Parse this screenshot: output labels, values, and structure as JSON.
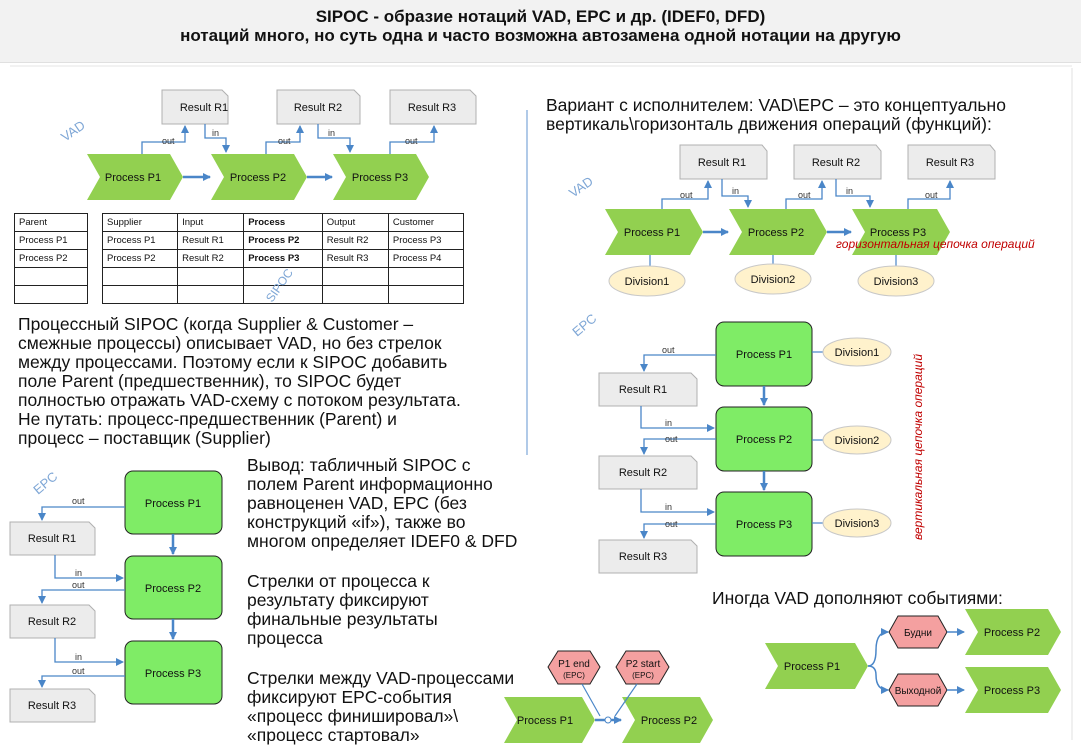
{
  "header": {
    "line1": "SIPOC - образие нотаций VAD, EPC и др. (IDEF0, DFD)",
    "line2": "нотаций много, но суть одна и часто возможна автозамена одной нотации на другую"
  },
  "labels": {
    "vad": "VAD",
    "epc": "EPC",
    "sipoc": "SIPOC",
    "out": "out",
    "in": "in",
    "horizontal_chain": "горизонтальная цепочка операций",
    "vertical_chain": "вертикальная цепочка операций"
  },
  "processes": {
    "p1": "Process P1",
    "p2": "Process P2",
    "p3": "Process P3"
  },
  "results": {
    "r1": "Result R1",
    "r2": "Result R2",
    "r3": "Result R3"
  },
  "divisions": {
    "d1": "Division1",
    "d2": "Division2",
    "d3": "Division3"
  },
  "events": {
    "p1_end": "P1 end",
    "p2_start": "P2 start",
    "epc": "(EPC)",
    "weekday": "Будни",
    "weekend": "Выходной"
  },
  "parent_table": {
    "header": "Parent",
    "rows": [
      [
        "Process P1"
      ],
      [
        "Process P2"
      ],
      [
        ""
      ],
      [
        ""
      ]
    ]
  },
  "sipoc_table": {
    "headers": [
      "Supplier",
      "Input",
      "Process",
      "Output",
      "Customer"
    ],
    "rows": [
      [
        "Process P1",
        "Result R1",
        "Process P2",
        "Result R2",
        "Process P3"
      ],
      [
        "Process P2",
        "Result R2",
        "Process P3",
        "Result R3",
        "Process P4"
      ],
      [
        "",
        "",
        "",
        "",
        ""
      ],
      [
        "",
        "",
        "",
        "",
        ""
      ]
    ]
  },
  "texts": {
    "sipoc_note": "Процессный SIPOC (когда Supplier & Customer –\nсмежные процессы) описывает VAD, но без стрелок\nмежду процессами. Поэтому если к SIPOC добавить\nполе Parent (предшественник), то SIPOC будет\nполностью отражать VAD-схему с потоком результата.\nНе путать: процесс-предшественник (Parent) и\nпроцесс – поставщик (Supplier)",
    "conclusion": "Вывод: табличный SIPOC с\nполем Parent информационно\nравноценен VAD, EPC (без\nконструкций «if»), также во\nмногом определяет IDEF0 & DFD",
    "arrows_to_results": "Стрелки от процесса к\nрезультату фиксируют\nфинальные результаты\nпроцесса",
    "arrows_between": "Стрелки между VAD-процессами\nфиксируют EPC-события\n«процесс финишировал»\\\n«процесс стартовал»",
    "variant_executor": "Вариант с исполнителем: VAD\\EPC – это концептуально\nвертикаль\\горизонталь движения операций (функций):",
    "events_title": "Иногда VAD дополняют событиями:"
  },
  "colors": {
    "process_green": "#92d050",
    "epc_green": "#7fec66",
    "arrow_blue": "#4a86c8",
    "result_gray": "#ececec",
    "division_fill": "#fff2cc",
    "event_pink": "#f4a0a0",
    "red_text": "#c00000"
  }
}
